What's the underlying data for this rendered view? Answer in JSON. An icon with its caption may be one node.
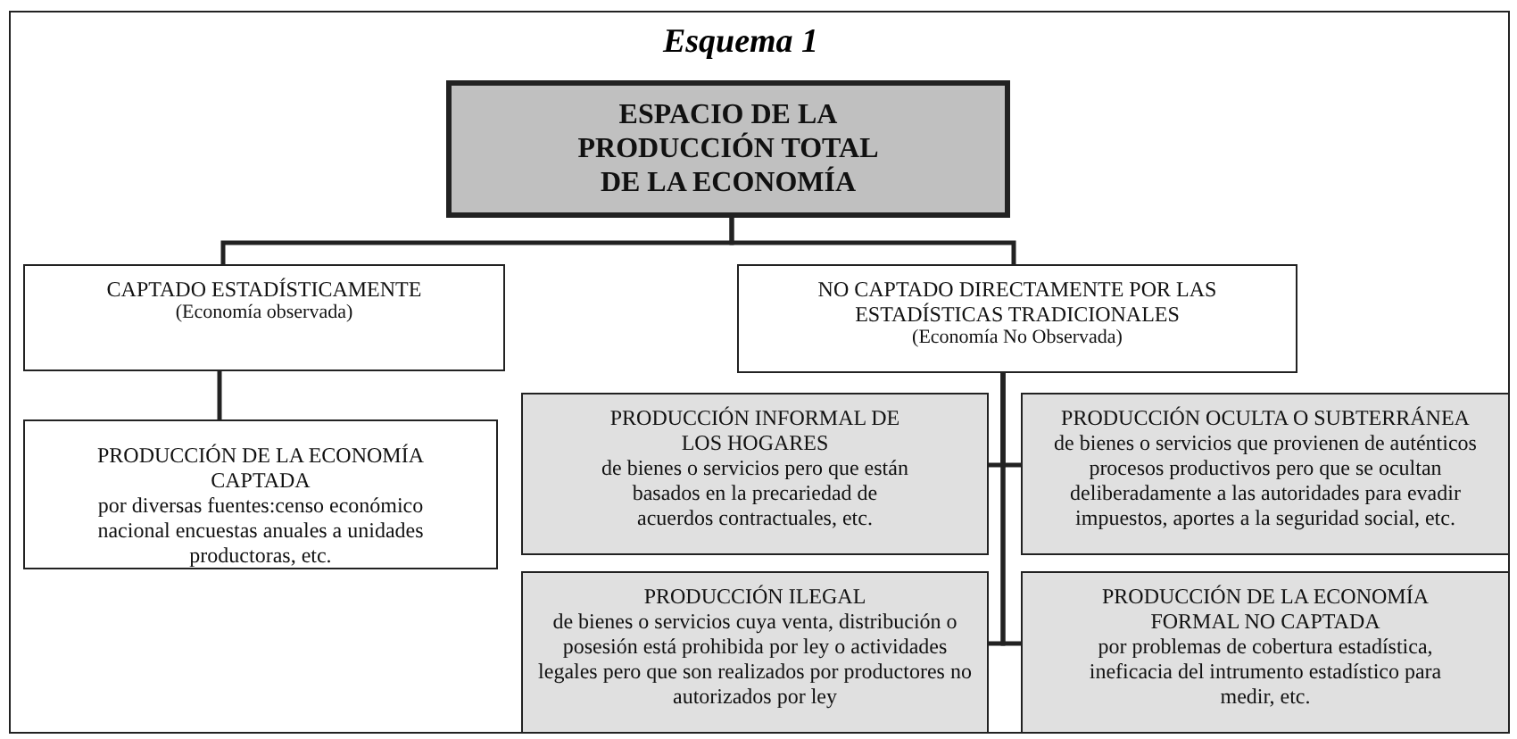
{
  "diagram": {
    "title": "Esquema 1",
    "nodes": [
      {
        "text": [
          "ESPACIO DE LA PRODUCCIÓN TOTAL DE LA ECONOMÍA"
        ]
      },
      {
        "text": [
          "CAPTADO ESTADÍSTICAMENTE",
          "(Economía observada)"
        ]
      },
      {
        "text": [
          "NO CAPTADO DIRECTAMENTE POR LAS ESTADÍSTICAS TRADICIONALES",
          "(Economía No Observada)"
        ]
      },
      {
        "text": [
          "PRODUCCIÓN DE LA ECONOMÍA CAPTADA",
          "por diversas fuentes:censo económico nacional encuestas anuales a unidades productoras, etc."
        ]
      },
      {
        "text": [
          "PRODUCCIÓN INFORMAL DE LOS HOGARES",
          "de bienes o servicios pero que están basados en la precariedad de acuerdos contractuales, etc."
        ]
      },
      {
        "text": [
          "PRODUCCIÓN OCULTA O SUBTERRÁNEA",
          "de bienes o servicios que provienen de auténticos procesos productivos pero que se ocultan deliberadamente a las autoridades para evadir impuestos, aportes a la seguridad social, etc."
        ]
      },
      {
        "text": [
          "PRODUCCIÓN ILEGAL",
          "de bienes o servicios cuya venta, distribución o posesión está prohibida por ley o actividades legales pero que son realizados por productores no autorizados por ley"
        ]
      },
      {
        "text": [
          "PRODUCCIÓN DE LA ECONOMÍA FORMAL NO CAPTADA",
          "por problemas de cobertura estadística, ineficacia del intrumento estadístico para medir, etc."
        ]
      }
    ],
    "edges": [
      {
        "from": 0,
        "to": 1,
        "arrow": "none"
      },
      {
        "from": 0,
        "to": 2,
        "arrow": "none"
      },
      {
        "from": 1,
        "to": 3,
        "arrow": "none"
      },
      {
        "from": 2,
        "to": 4,
        "arrow": "none"
      },
      {
        "from": 2,
        "to": 5,
        "arrow": "none"
      },
      {
        "from": 2,
        "to": 6,
        "arrow": "none"
      },
      {
        "from": 2,
        "to": 7,
        "arrow": "none"
      }
    ]
  }
}
